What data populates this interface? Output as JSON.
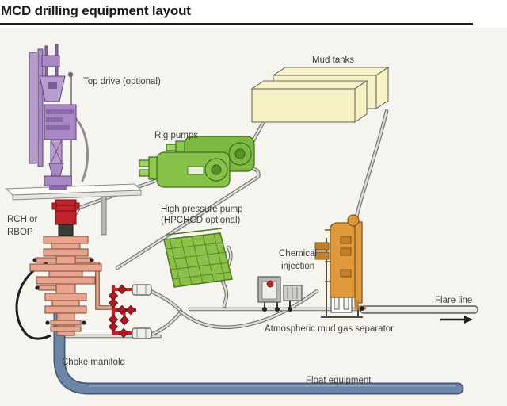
{
  "title": "MCD drilling equipment layout",
  "labels": {
    "top_drive": "Top drive (optional)",
    "mud_tanks": "Mud tanks",
    "rig_pumps": "Rig pumps",
    "hp_pump_line1": "High pressure pump",
    "hp_pump_line2": "(HPCHCD optional)",
    "rch_line1": "RCH or",
    "rch_line2": "RBOP",
    "chemical_line1": "Chemical",
    "chemical_line2": "injection",
    "separator": "Atmospheric mud gas separator",
    "flare_line": "Flare line",
    "choke_manifold": "Choke manifold",
    "float_equipment": "Float equipment"
  },
  "colors": {
    "background": "#f5f4ee",
    "top_drive_purple": "#a788c4",
    "mud_tank_cream": "#f8f3c6",
    "pump_green": "#7cb942",
    "bop_salmon": "#e8a48c",
    "valve_red": "#c2222a",
    "separator_orange": "#e09a3c",
    "pipe_gray": "#9a9a9a",
    "float_blue": "#6d86a8",
    "label_text": "#3c3c3c"
  }
}
